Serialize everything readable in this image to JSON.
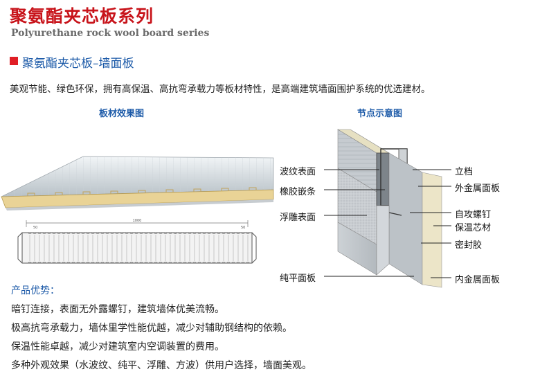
{
  "header": {
    "title_cn": "聚氨酯夹芯板系列",
    "title_en": "Polyurethane rock wool board series"
  },
  "section": {
    "title": "聚氨酯夹芯板–墙面板"
  },
  "intro": "美观节能、绿色环保，拥有高保温、高抗弯承载力等板材特性，是高端建筑墙面围护系统的优选建材。",
  "captions": {
    "left": "板材效果图",
    "right": "节点示意图"
  },
  "colors": {
    "title_red": "#c8141b",
    "accent_blue": "#1c5aa8",
    "marker_red": "#e01e25",
    "core_yellow": "#e8d29a"
  },
  "drawing_labels": {
    "dim_top": "1000",
    "dim_small_left": "50",
    "dim_small_right": "50"
  },
  "node_labels": {
    "left": [
      "波纹表面",
      "橡胶嵌条",
      "浮雕表面",
      "纯平面板"
    ],
    "right": [
      "立档",
      "外金属面板",
      "自攻螺钉",
      "保温芯材",
      "密封胶",
      "内金属面板"
    ]
  },
  "advantages": {
    "title": "产品优势：",
    "items": [
      "暗钉连接，表面无外露螺钉，建筑墙体优美流畅。",
      "极高抗弯承载力，墙体里学性能优越，减少对辅助钢结构的依赖。",
      "保温性能卓越，减少对建筑室内空调装置的费用。",
      "多种外观效果（水波纹、纯平、浮雕、方波）供用户选择，墙面美观。"
    ]
  }
}
